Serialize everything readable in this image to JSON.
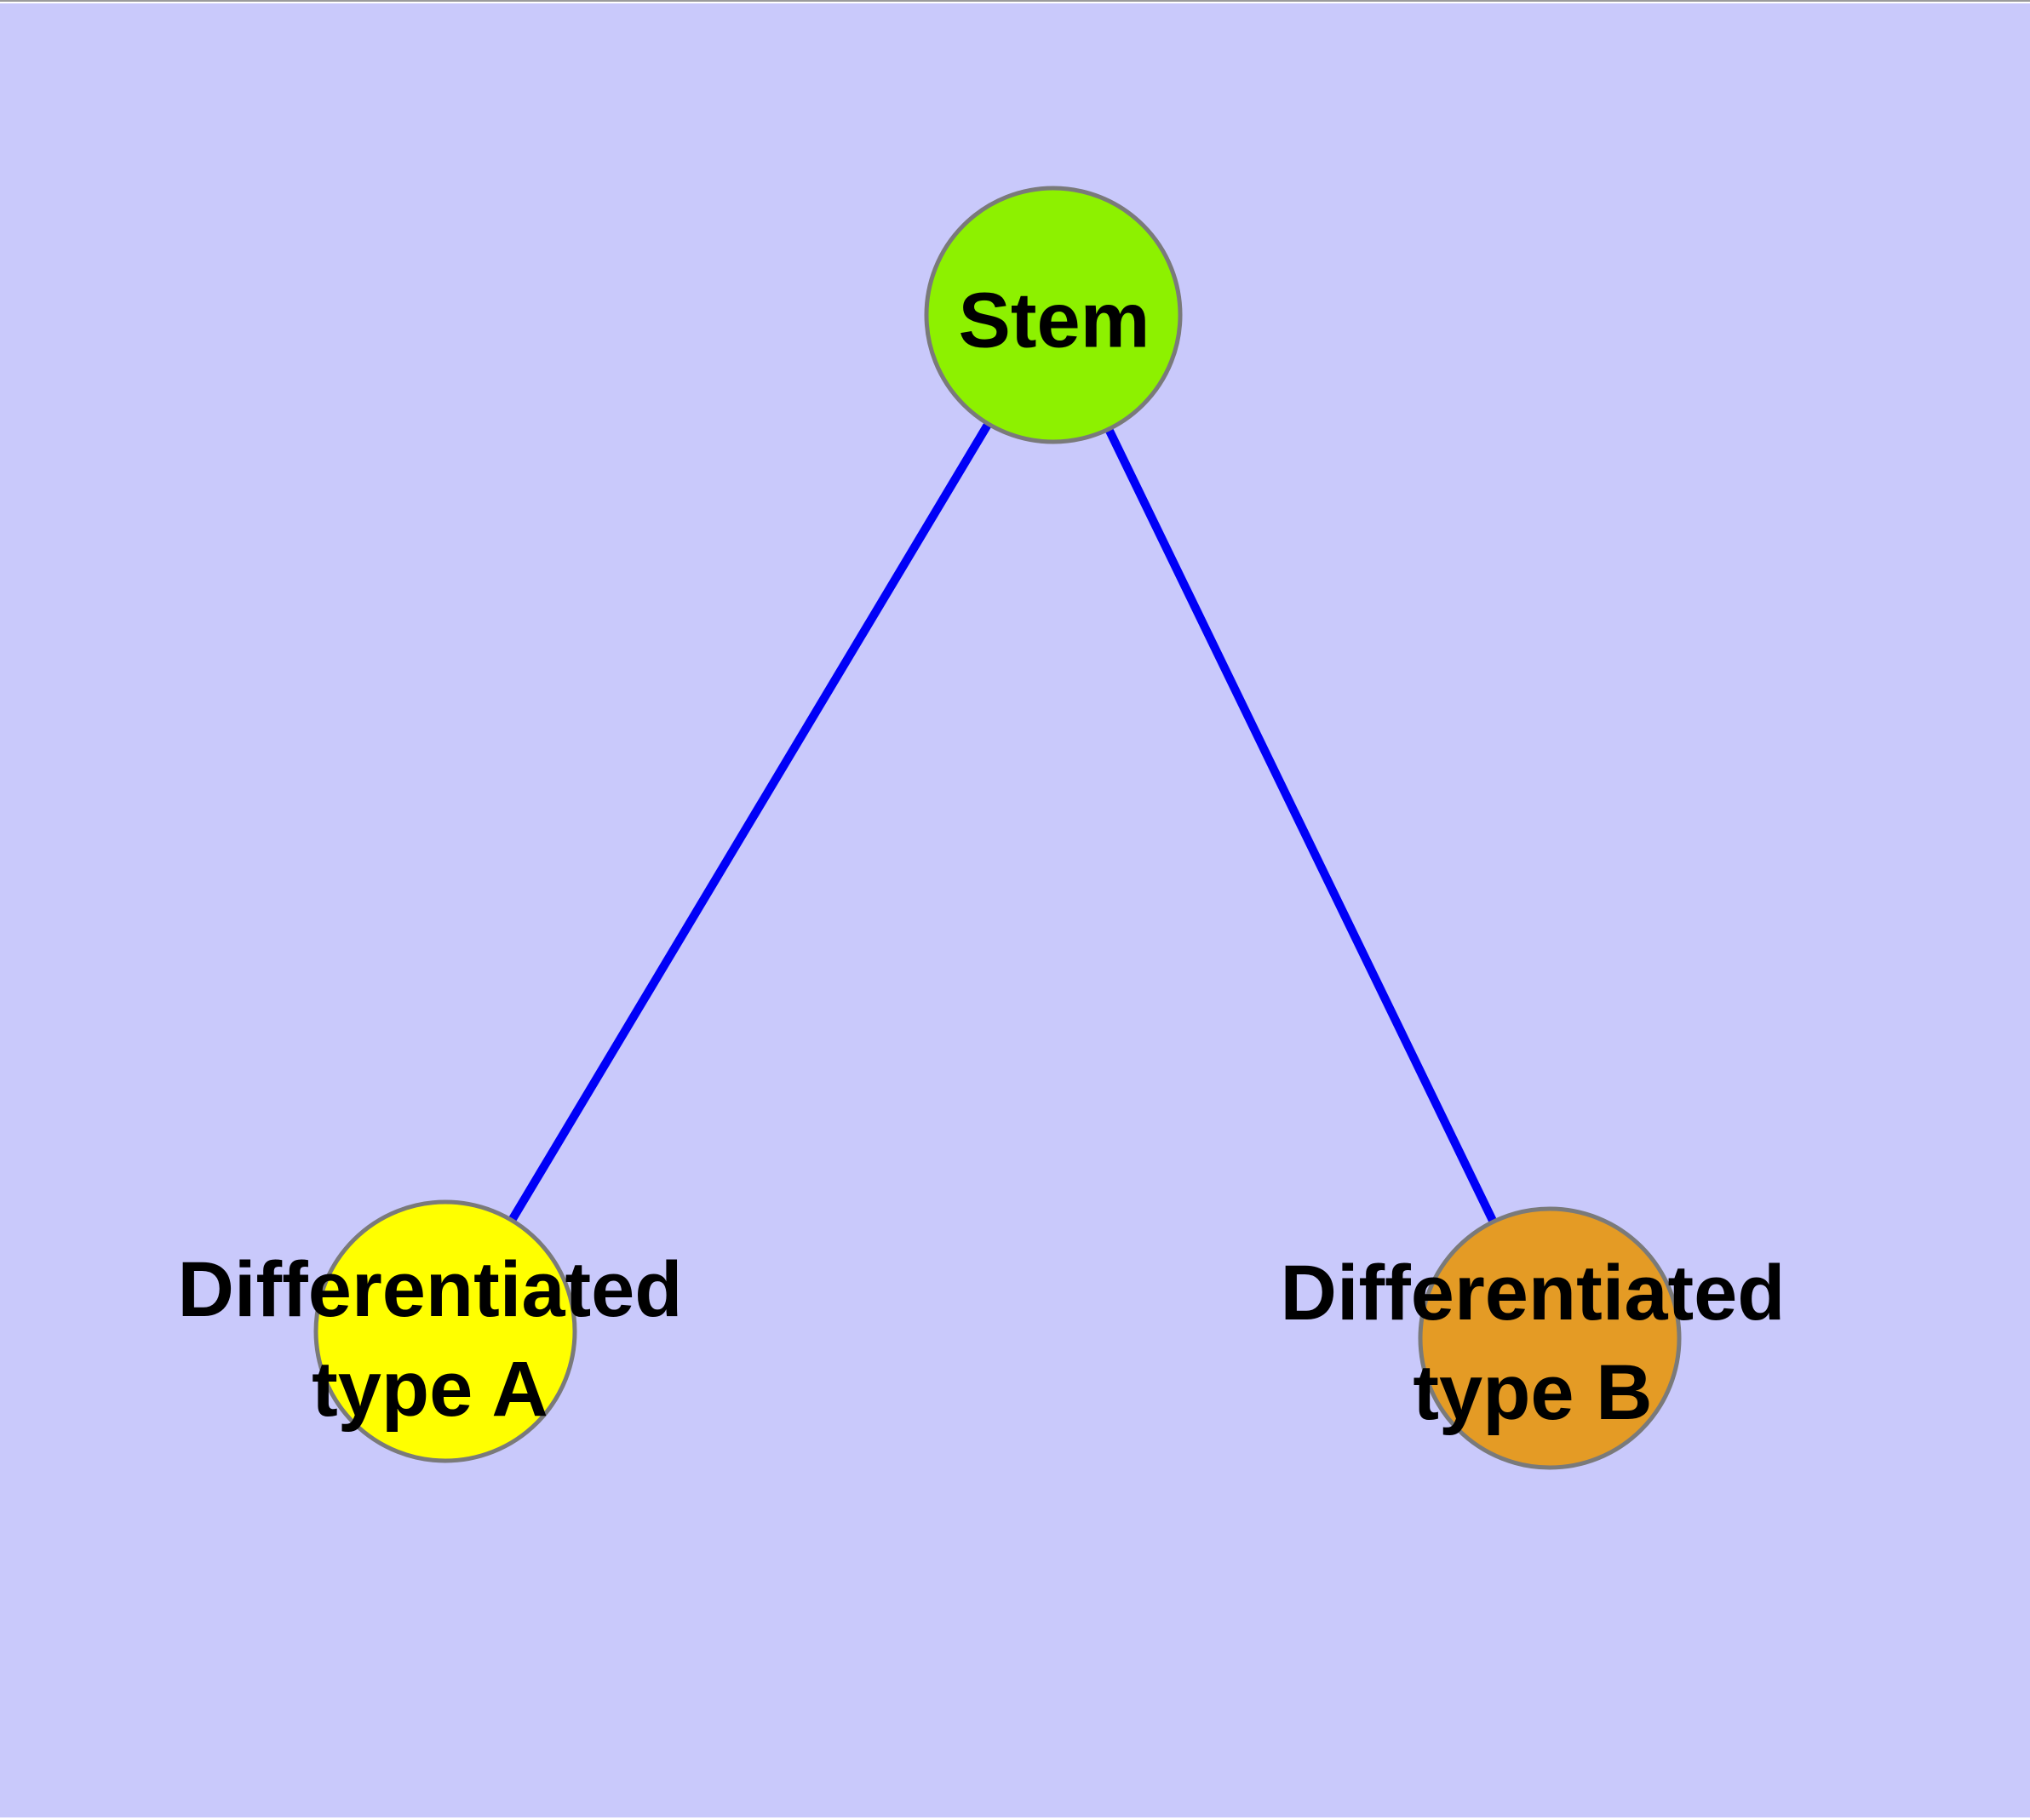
{
  "diagram": {
    "type": "graph",
    "background_color": "#C9C9FB",
    "edge_color": "#0000F7",
    "node_border_color": "#7A7A7A",
    "label_color": "#000000",
    "nodes": [
      {
        "id": "stem",
        "label": "Stem",
        "lines": [
          "Stem"
        ],
        "fill": "#8DF100"
      },
      {
        "id": "differentiated-type-a",
        "label": "Differentiated type A",
        "lines": [
          "Differentiated",
          "type A"
        ],
        "fill": "#FFFF00"
      },
      {
        "id": "differentiated-type-b",
        "label": "Differentiated type B",
        "lines": [
          "Differentiated",
          "type B"
        ],
        "fill": "#E49B25"
      }
    ],
    "edges": [
      {
        "from": "Stem",
        "to": "Differentiated type A"
      },
      {
        "from": "Stem",
        "to": "Differentiated type B"
      }
    ]
  }
}
